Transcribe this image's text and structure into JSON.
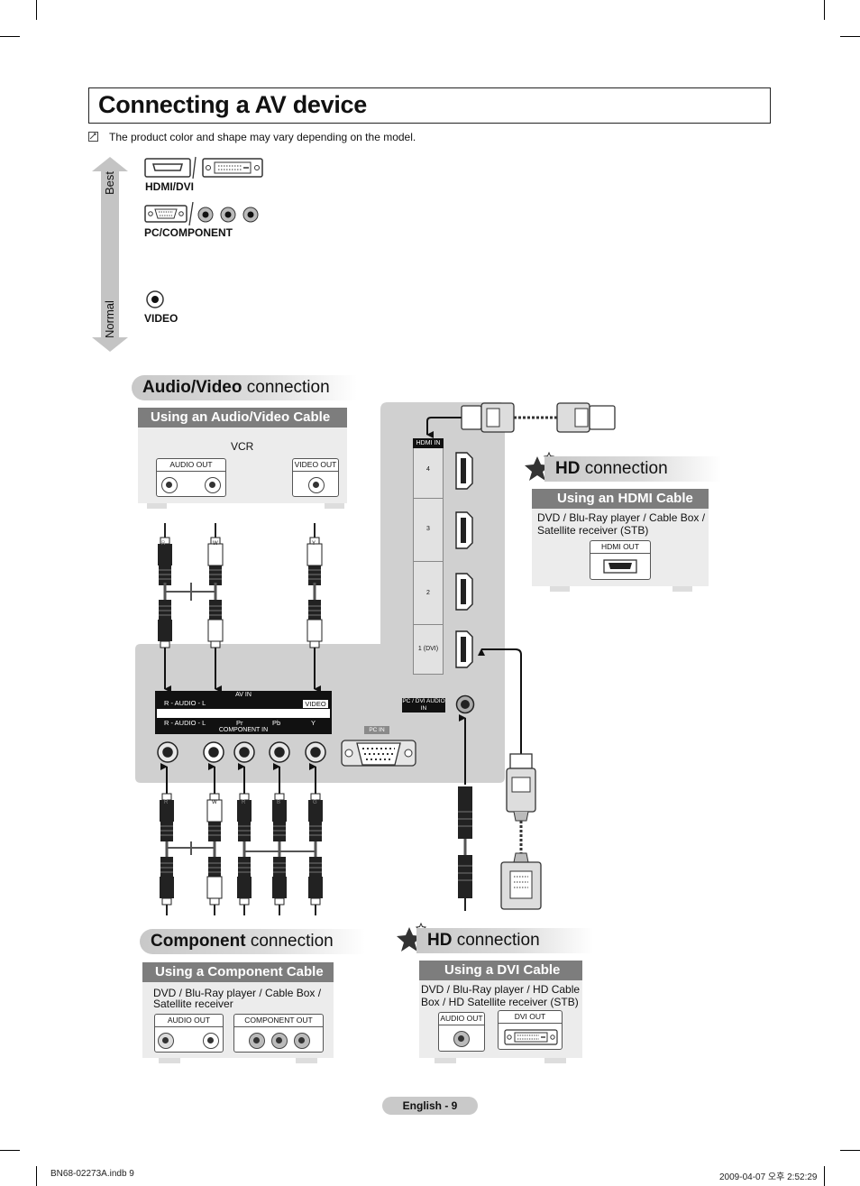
{
  "page": {
    "title": "Connecting a AV device",
    "note": "The product color and shape may vary depending on the model.",
    "page_number": "English - 9",
    "slug_left": "BN68-02273A.indb   9",
    "slug_right": "2009-04-07   오후 2:52:29"
  },
  "quality_scale": {
    "best": "Best",
    "normal": "Normal",
    "items": [
      {
        "label": "HDMI/DVI"
      },
      {
        "label": "PC/COMPONENT"
      },
      {
        "label": "VIDEO"
      }
    ]
  },
  "sections": {
    "av": {
      "bold": "Audio/Video",
      "rest": " connection",
      "tab": "Using an Audio/Video Cable",
      "device": "VCR",
      "audio_out": "AUDIO OUT",
      "video_out": "VIDEO OUT"
    },
    "hdmi": {
      "bold": "HD",
      "rest": " connection",
      "tab": "Using an HDMI Cable",
      "device": "DVD / Blu-Ray player / Cable Box / Satellite receiver (STB)",
      "hdmi_out": "HDMI OUT"
    },
    "component": {
      "bold": "Component",
      "rest": " connection",
      "tab": "Using a Component Cable",
      "device": "DVD / Blu-Ray player / Cable Box / Satellite receiver",
      "audio_out": "AUDIO OUT",
      "component_out": "COMPONENT OUT"
    },
    "dvi": {
      "bold": "HD",
      "rest": " connection",
      "tab": "Using a DVI Cable",
      "device": "DVD / Blu-Ray player / HD Cable Box / HD Satellite receiver (STB)",
      "audio_out": "AUDIO OUT",
      "dvi_out": "DVI OUT"
    }
  },
  "tv": {
    "hdmi_in": "HDMI IN",
    "ports": [
      "4",
      "3",
      "2",
      "1 (DVI)"
    ],
    "pc_dvi_audio_in": "PC / DVI AUDIO IN",
    "pc_in": "PC IN",
    "av_in": "AV IN",
    "component_in": "COMPONENT IN",
    "audio_row": "R - AUDIO - L",
    "video": "VIDEO",
    "comp_labels": [
      "Pr",
      "Pb",
      "Y"
    ]
  },
  "plugs": {
    "top_av": [
      "R",
      "W",
      "Y"
    ],
    "bottom": [
      "R",
      "W",
      "R",
      "B",
      "G"
    ]
  },
  "colors": {
    "panel": "#ececec",
    "tab": "#7d7d7d",
    "tv": "#d0d0d0"
  }
}
